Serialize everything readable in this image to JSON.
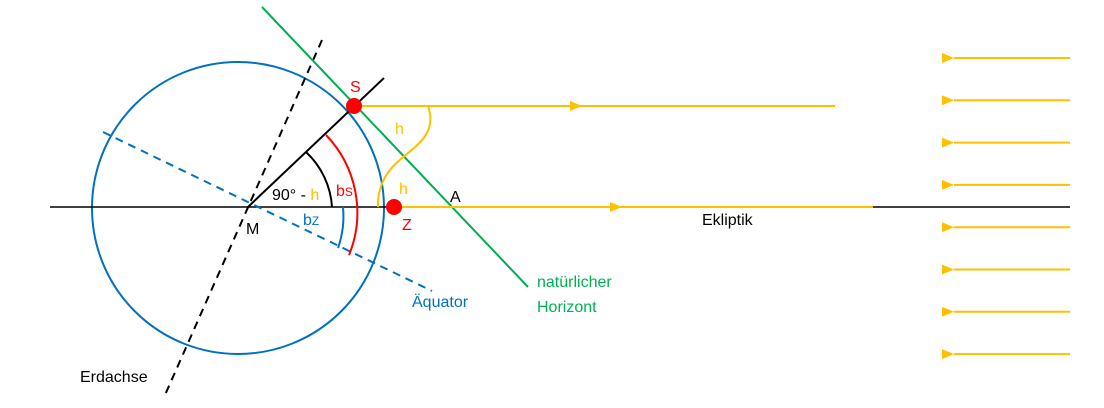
{
  "colors": {
    "earth": "#0070c0",
    "horizon": "#00b050",
    "sun": "#ffc000",
    "point": "#ff0000",
    "line": "#000000"
  },
  "labels": {
    "S": "S",
    "Z": "Z",
    "M": "M",
    "A": "A",
    "h1": "h",
    "h2": "h",
    "angle_prefix": "90° - ",
    "angle_h": "h",
    "bs_main": "b",
    "bs_sub": "S",
    "bz_main": "b",
    "bz_sub": "Z",
    "ekliptik": "Ekliptik",
    "aequator": "Äquator",
    "horizon_line1": "natürlicher",
    "horizon_line2": "Horizont",
    "erdachse": "Erdachse"
  },
  "sun_rays": {
    "count": 8
  }
}
